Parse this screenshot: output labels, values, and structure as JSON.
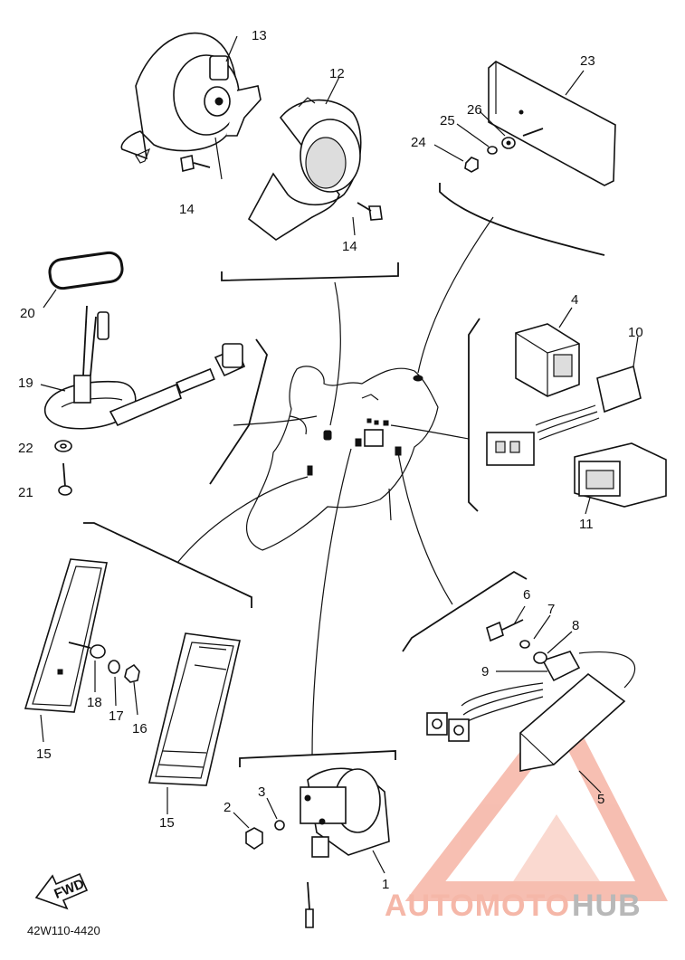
{
  "diagram": {
    "part_labels": {
      "p1": "1",
      "p2": "2",
      "p3": "3",
      "p4": "4",
      "p5": "5",
      "p6": "6",
      "p7": "7",
      "p8": "8",
      "p9": "9",
      "p10": "10",
      "p11": "11",
      "p12": "12",
      "p13": "13",
      "p14a": "14",
      "p14b": "14",
      "p15a": "15",
      "p15b": "15",
      "p16": "16",
      "p17": "17",
      "p18": "18",
      "p19": "19",
      "p20": "20",
      "p21": "21",
      "p22": "22",
      "p23": "23",
      "p24": "24",
      "p25": "25",
      "p26": "26"
    },
    "direction_label": "FWD",
    "drawing_code": "42W110-4420"
  },
  "watermark": {
    "text_red": "AUTOMOTO",
    "text_gray": "HUB",
    "colors": {
      "red": "#f08a72",
      "gray": "#a8a8a8"
    }
  }
}
